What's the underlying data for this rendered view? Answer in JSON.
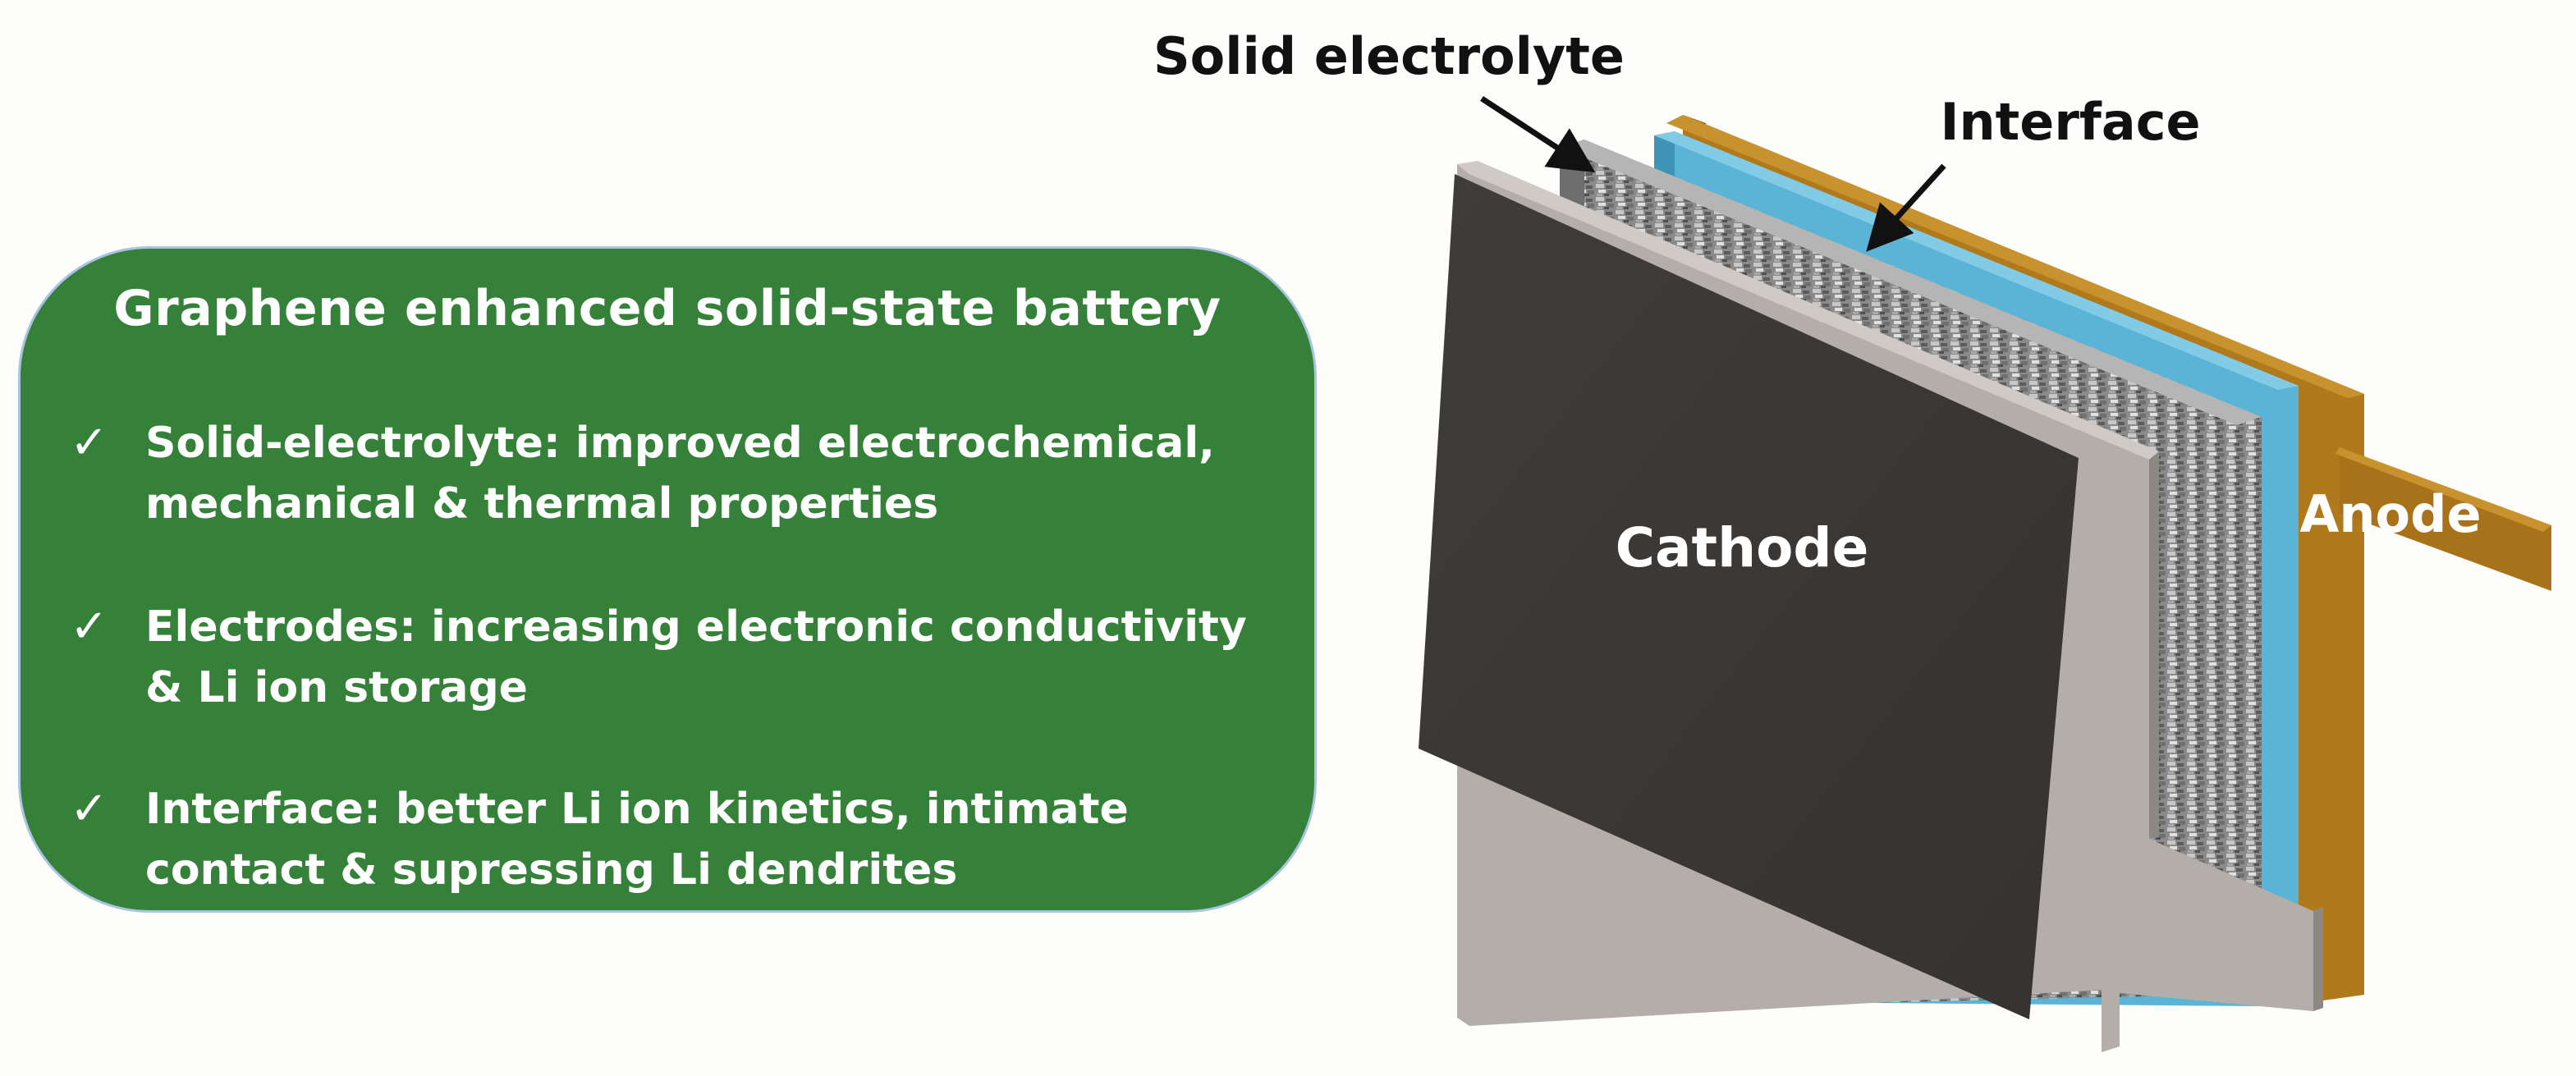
{
  "panel": {
    "title": "Graphene enhanced solid-state battery",
    "check_symbol": "✓",
    "items": [
      {
        "text": "Solid-electrolyte: improved electrochemical, mechanical &  thermal properties"
      },
      {
        "text": "Electrodes: increasing electronic conductivity & Li ion storage"
      },
      {
        "text": "Interface: better Li ion kinetics, intimate contact & supressing Li dendrites"
      }
    ]
  },
  "diagram": {
    "labels": {
      "solid_electrolyte": "Solid electrolyte",
      "interface": "Interface",
      "cathode": "Cathode",
      "anode": "Anode"
    }
  },
  "colors": {
    "panel_green": "#358139",
    "panel_border": "#a9c4e3",
    "cathode": "#3d3937",
    "cathode_frame": "#b3aeaa",
    "electrolyte": "#8c8c8c",
    "interface": "#5ab4d6",
    "anode": "#b07a1c"
  }
}
